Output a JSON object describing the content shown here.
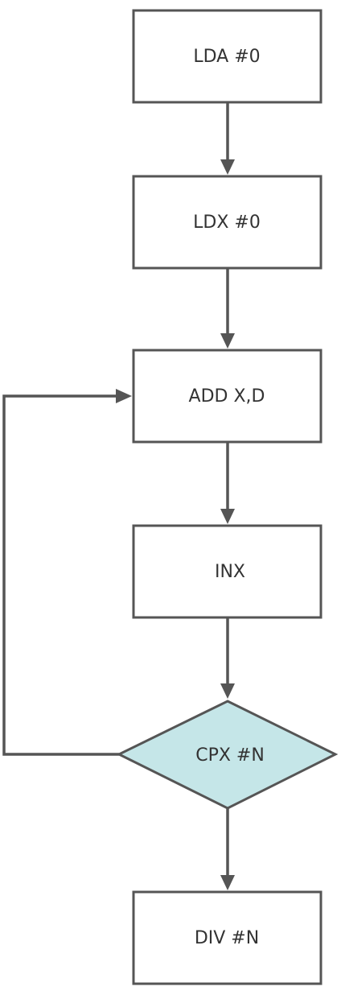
{
  "nodes": {
    "lda": {
      "label": "LDA #0"
    },
    "ldx": {
      "label": "LDX #0"
    },
    "add": {
      "label": "ADD X,D"
    },
    "inx": {
      "label": "INX"
    },
    "cpx": {
      "label": "CPX #N"
    },
    "div": {
      "label": "DIV #N"
    }
  },
  "colors": {
    "stroke": "#555555",
    "box_fill": "#ffffff",
    "decision_fill": "#c5e6e8",
    "text": "#333333"
  }
}
